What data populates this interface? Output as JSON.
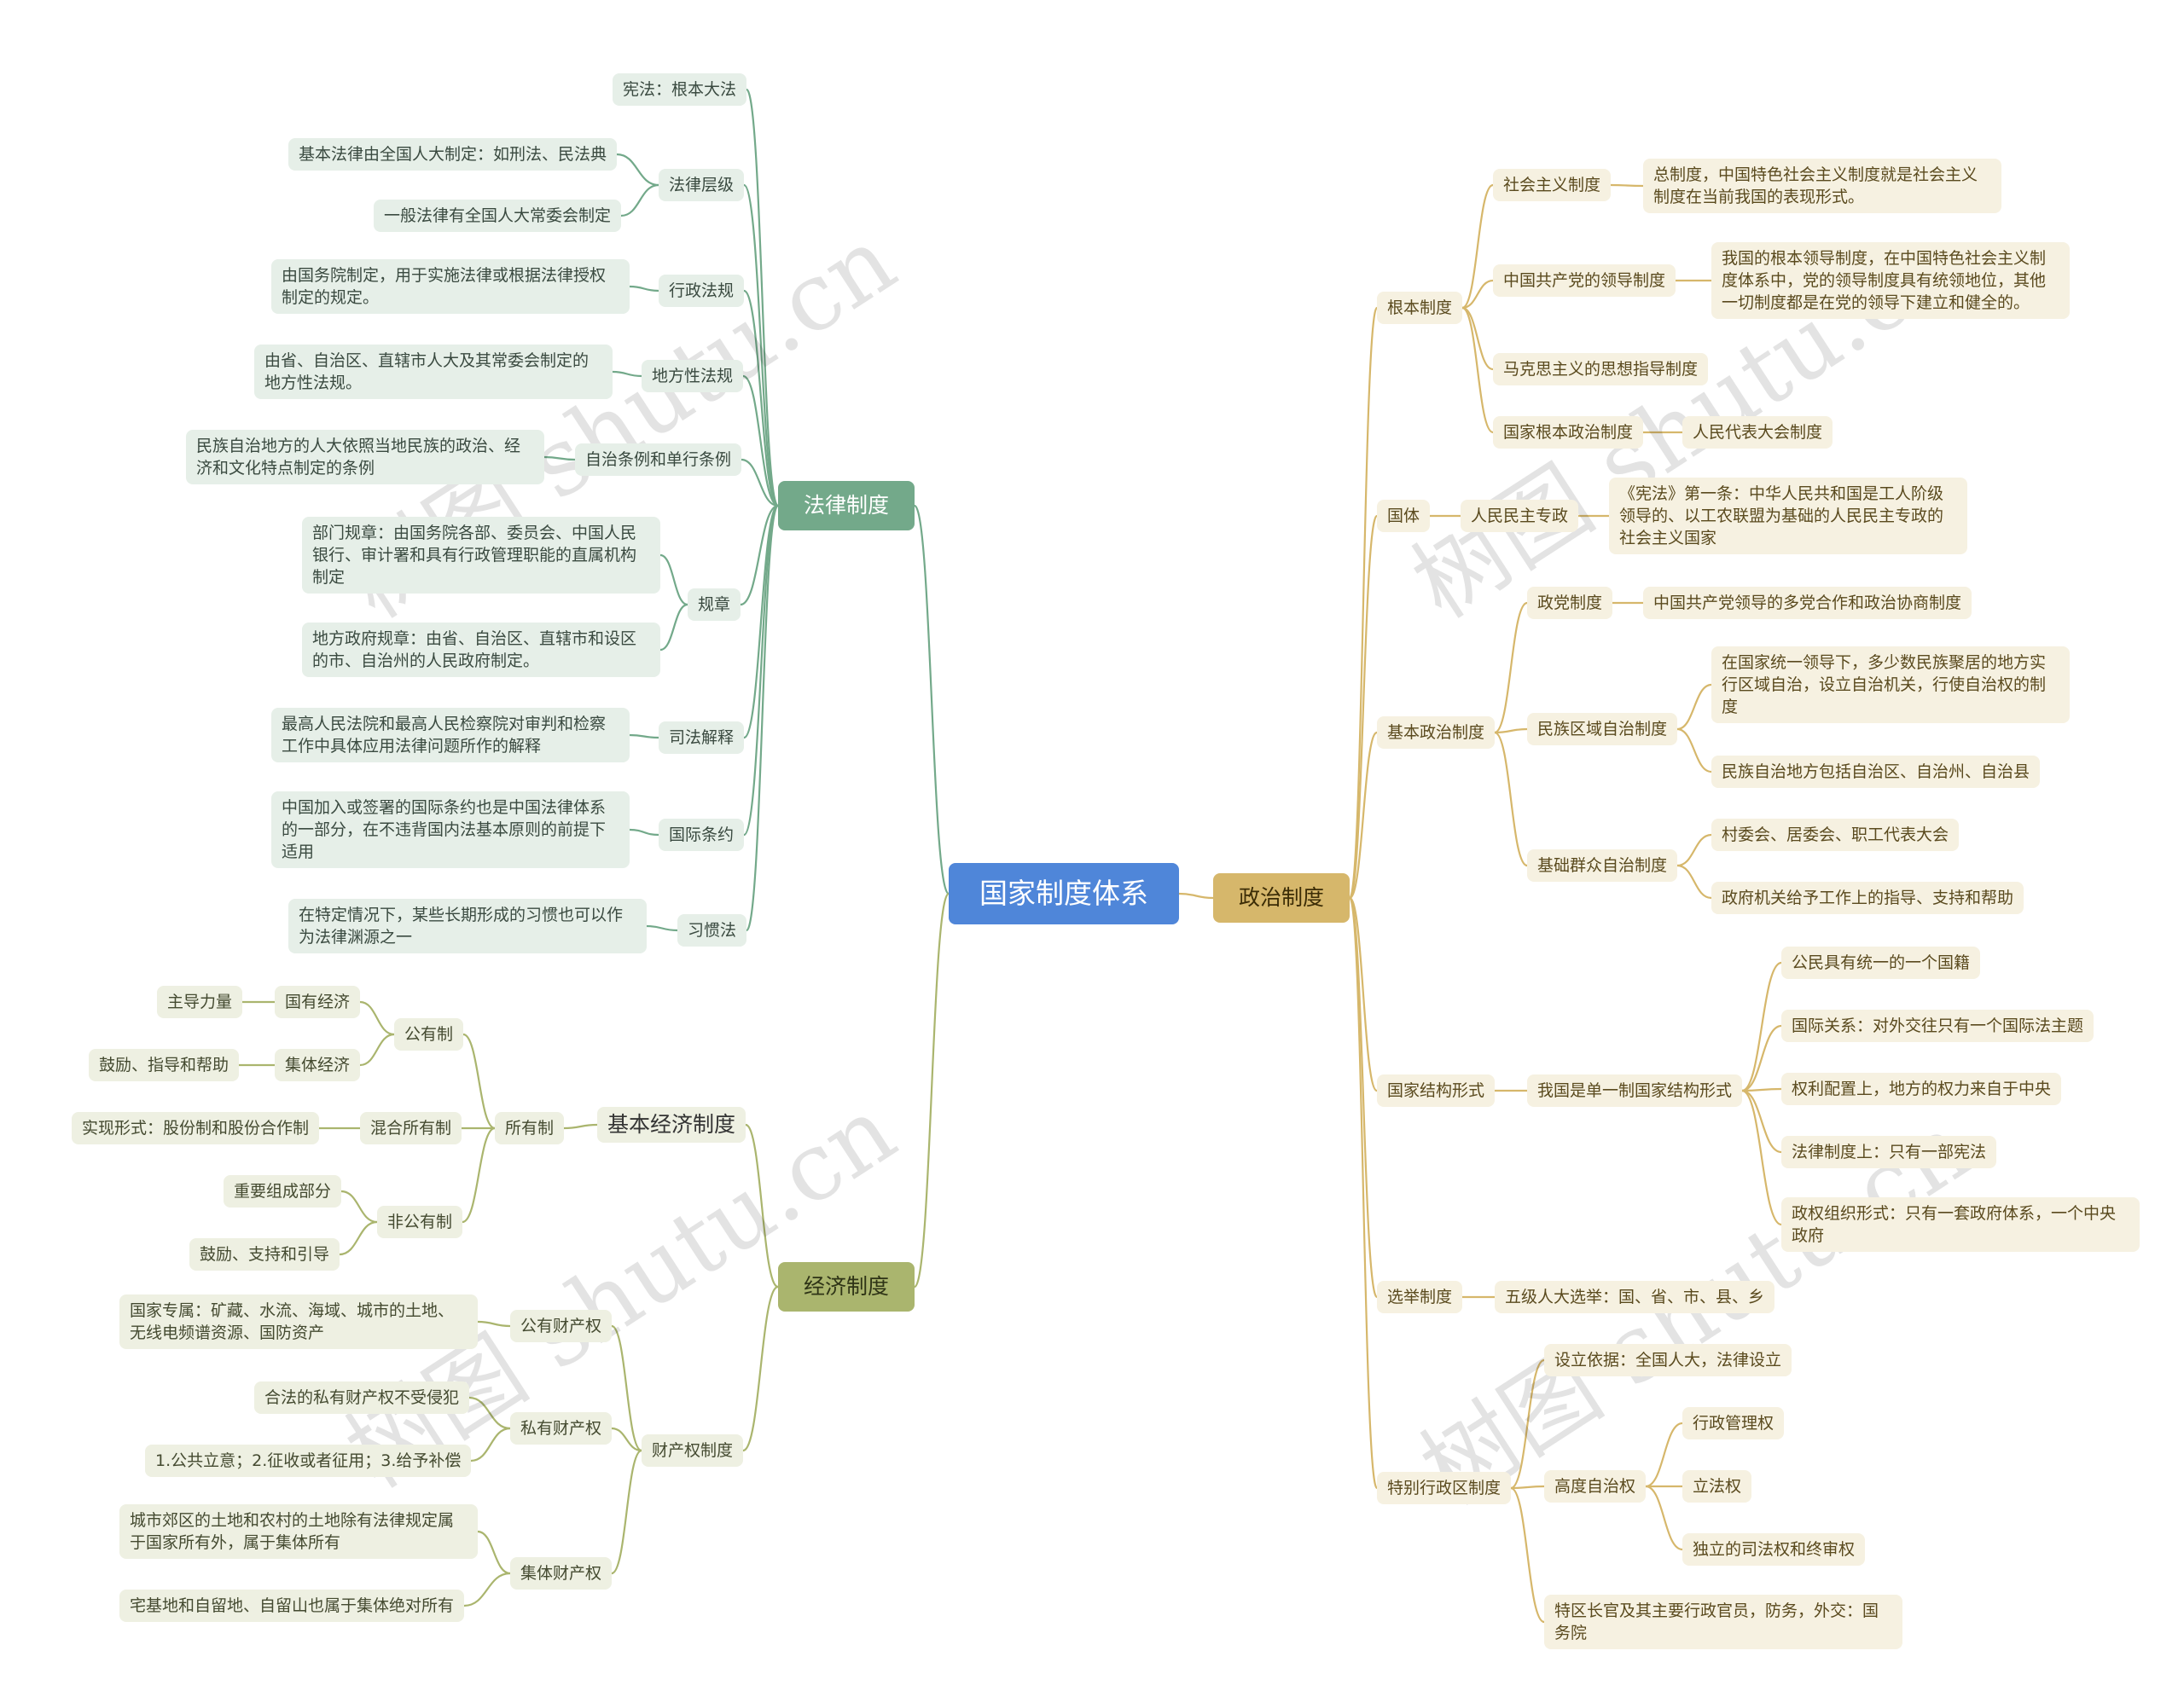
{
  "root": "国家制度体系",
  "watermark": "树图 shutu.cn",
  "colors": {
    "root": "#4f86d9",
    "law": "#73a98a",
    "economy": "#aab56e",
    "politics": "#d6b76b"
  },
  "law": {
    "label": "法律制度",
    "items": {
      "constitution": "宪法：根本大法",
      "legal_levels": "法律层级",
      "basic_law": "基本法律由全国人大制定：如刑法、民法典",
      "general_law": "一般法律有全国人大常委会制定",
      "admin_reg": "行政法规",
      "admin_reg_desc": "由国务院制定，用于实施法律或根据法律授权制定的规定。",
      "local_reg": "地方性法规",
      "local_reg_desc": "由省、自治区、直辖市人大及其常委会制定的地方性法规。",
      "autonomy_reg": "自治条例和单行条例",
      "autonomy_reg_desc": "民族自治地方的人大依照当地民族的政治、经济和文化特点制定的条例",
      "rules": "规章",
      "dept_rules": "部门规章：由国务院各部、委员会、中国人民银行、审计署和具有行政管理职能的直属机构制定",
      "local_rules": "地方政府规章：由省、自治区、直辖市和设区的市、自治州的人民政府制定。",
      "judicial": "司法解释",
      "judicial_desc": "最高人民法院和最高人民检察院对审判和检察工作中具体应用法律问题所作的解释",
      "treaty": "国际条约",
      "treaty_desc": "中国加入或签署的国际条约也是中国法律体系的一部分，在不违背国内法基本原则的前提下适用",
      "custom": "习惯法",
      "custom_desc": "在特定情况下，某些长期形成的习惯也可以作为法律渊源之一"
    }
  },
  "economy": {
    "label": "经济制度",
    "items": {
      "basic": "基本经济制度",
      "ownership": "所有制",
      "public": "公有制",
      "state": "国有经济",
      "state_desc": "主导力量",
      "collective": "集体经济",
      "collective_desc": "鼓励、指导和帮助",
      "mixed": "混合所有制",
      "mixed_desc": "实现形式：股份制和股份合作制",
      "nonpublic": "非公有制",
      "nonpublic_a": "重要组成部分",
      "nonpublic_b": "鼓励、支持和引导",
      "property": "财产权制度",
      "pub_prop": "公有财产权",
      "pub_prop_desc": "国家专属：矿藏、水流、海域、城市的土地、无线电频谱资源、国防资产",
      "priv_prop": "私有财产权",
      "priv_a": "合法的私有财产权不受侵犯",
      "priv_b": "1.公共立意；2.征收或者征用；3.给予补偿",
      "coll_prop": "集体财产权",
      "coll_a": "城市郊区的土地和农村的土地除有法律规定属于国家所有外，属于集体所有",
      "coll_b": "宅基地和自留地、自留山也属于集体绝对所有"
    }
  },
  "politics": {
    "label": "政治制度",
    "items": {
      "fundamental": "根本制度",
      "socialism": "社会主义制度",
      "socialism_desc": "总制度，中国特色社会主义制度就是社会主义制度在当前我国的表现形式。",
      "cpc": "中国共产党的领导制度",
      "cpc_desc": "我国的根本领导制度，在中国特色社会主义制度体系中，党的领导制度具有统领地位，其他一切制度都是在党的领导下建立和健全的。",
      "marxism": "马克思主义的思想指导制度",
      "polity": "国家根本政治制度",
      "npc": "人民代表大会制度",
      "state_nature": "国体",
      "democracy": "人民民主专政",
      "democracy_desc": "《宪法》第一条：中华人民共和国是工人阶级领导的、以工农联盟为基础的人民民主专政的社会主义国家",
      "basic_pol": "基本政治制度",
      "party": "政党制度",
      "party_desc": "中国共产党领导的多党合作和政治协商制度",
      "ethnic": "民族区域自治制度",
      "ethnic_a": "在国家统一领导下，多少数民族聚居的地方实行区域自治，设立自治机关，行使自治权的制度",
      "ethnic_b": "民族自治地方包括自治区、自治州、自治县",
      "grassroots": "基础群众自治制度",
      "grass_a": "村委会、居委会、职工代表大会",
      "grass_b": "政府机关给予工作上的指导、支持和帮助",
      "structure": "国家结构形式",
      "unitary": "我国是单一制国家结构形式",
      "uni_a": "公民具有统一的一个国籍",
      "uni_b": "国际关系：对外交往只有一个国际法主题",
      "uni_c": "权利配置上，地方的权力来自于中央",
      "uni_d": "法律制度上：只有一部宪法",
      "uni_e": "政权组织形式：只有一套政府体系，一个中央政府",
      "election": "选举制度",
      "election_desc": "五级人大选举：国、省、市、县、乡",
      "sar": "特别行政区制度",
      "sar_basis": "设立依据：全国人大，法律设立",
      "sar_autonomy": "高度自治权",
      "sar_a": "行政管理权",
      "sar_b": "立法权",
      "sar_c": "独立的司法权和终审权",
      "sar_d": "特区长官及其主要行政官员，防务，外交：国务院"
    }
  }
}
